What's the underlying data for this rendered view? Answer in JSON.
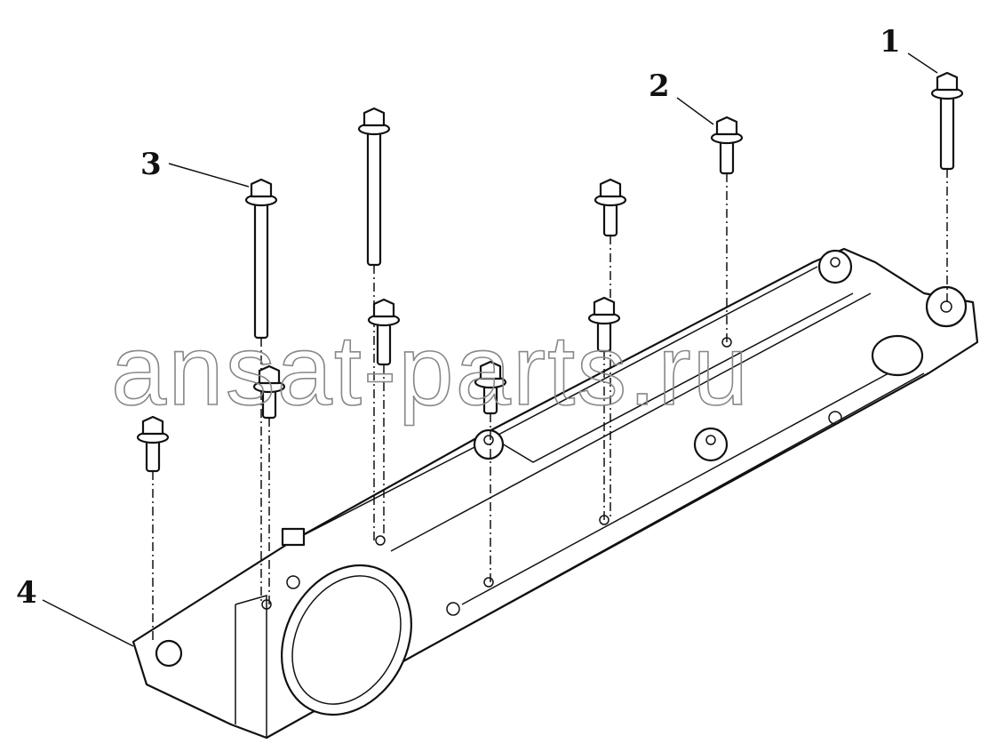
{
  "diagram": {
    "callouts": [
      {
        "label": "1"
      },
      {
        "label": "2"
      },
      {
        "label": "3"
      },
      {
        "label": "4"
      }
    ],
    "watermark": "ansat-parts.ru"
  }
}
